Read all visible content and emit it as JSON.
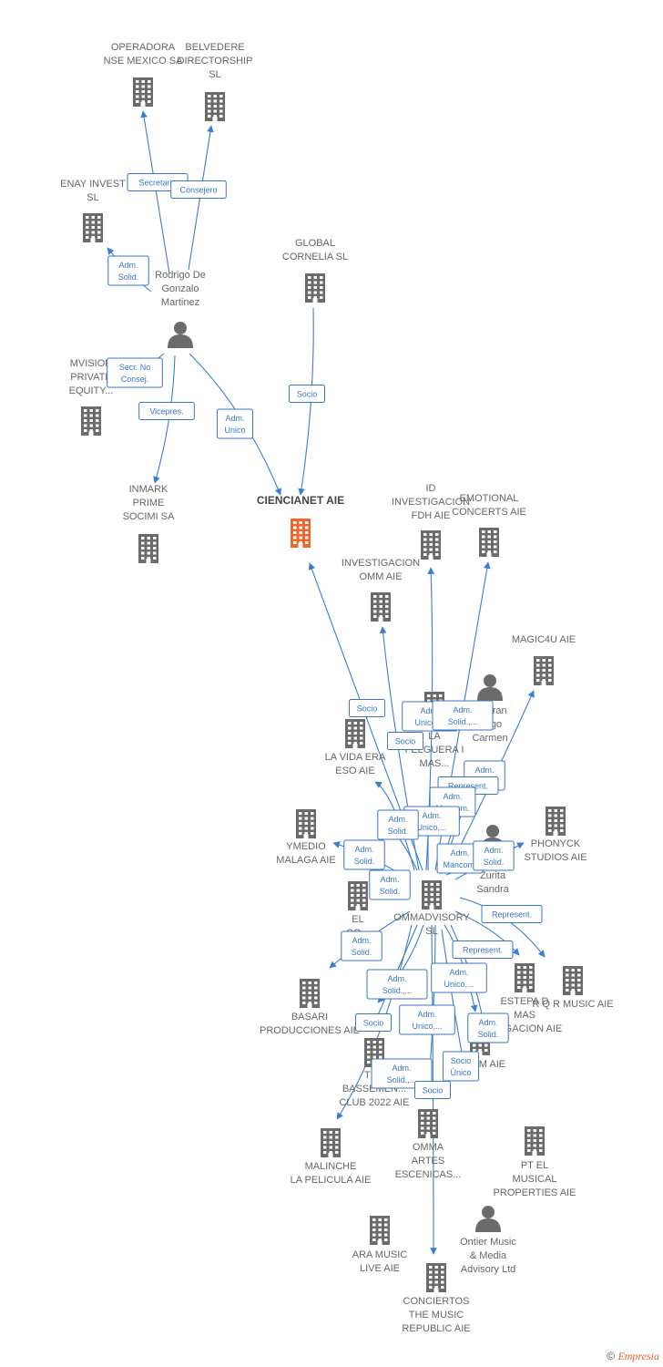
{
  "colors": {
    "company": "#6b6b6b",
    "main": "#f0642d",
    "person": "#6b6b6b",
    "edge": "#3a7fd0"
  },
  "nodes": [
    {
      "id": "operadora",
      "type": "company",
      "lines": [
        "OPERADORA",
        "NSE MEXICO SA"
      ]
    },
    {
      "id": "belvedere",
      "type": "company",
      "lines": [
        "BELVEDERE",
        "DIRECTORSHIP",
        "SL"
      ]
    },
    {
      "id": "enay",
      "type": "company",
      "lines": [
        "ENAY INVEST",
        "SL"
      ]
    },
    {
      "id": "rodrigo",
      "type": "person",
      "lines": [
        "Rodrigo De",
        "Gonzalo",
        "Martinez"
      ]
    },
    {
      "id": "global",
      "type": "company",
      "lines": [
        "GLOBAL",
        "CORNELIA  SL"
      ]
    },
    {
      "id": "mvision",
      "type": "company",
      "lines": [
        "MVISION",
        "PRIVATE",
        "EQUITY..."
      ]
    },
    {
      "id": "inmark",
      "type": "company",
      "lines": [
        "INMARK",
        "PRIME",
        "SOCIMI SA"
      ]
    },
    {
      "id": "ciencianet",
      "type": "main",
      "lines": [
        "CIENCIANET AIE"
      ]
    },
    {
      "id": "idinv",
      "type": "company",
      "lines": [
        "ID",
        "INVESTIGACION",
        "FDH  AIE"
      ]
    },
    {
      "id": "emotional",
      "type": "company",
      "lines": [
        "EMOTIONAL",
        "CONCERTS AIE"
      ]
    },
    {
      "id": "invomm",
      "type": "company",
      "lines": [
        "INVESTIGACION",
        "OMM AIE"
      ]
    },
    {
      "id": "magic4u",
      "type": "company",
      "lines": [
        "MAGIC4U AIE"
      ]
    },
    {
      "id": "carmen",
      "type": "person",
      "lines": [
        "Alcaran",
        "Nego",
        "Carmen"
      ]
    },
    {
      "id": "felguera",
      "type": "company",
      "lines": [
        "LA",
        "FELGUERA I",
        "MAS..."
      ]
    },
    {
      "id": "vidaera",
      "type": "company",
      "lines": [
        "LA VIDA ERA",
        "ESO AIE"
      ]
    },
    {
      "id": "phonyck",
      "type": "company",
      "lines": [
        "PHONYCK",
        "STUDIOS AIE"
      ]
    },
    {
      "id": "ymedio",
      "type": "company",
      "lines": [
        "YMEDIO",
        "MALAGA AIE"
      ]
    },
    {
      "id": "zurita",
      "type": "person",
      "lines": [
        "Zurita",
        "Sandra"
      ]
    },
    {
      "id": "el",
      "type": "company",
      "lines": [
        "EL",
        "CO...",
        "D..."
      ]
    },
    {
      "id": "ommadvisory",
      "type": "company",
      "lines": [
        "OMMADVISORY",
        "SL"
      ]
    },
    {
      "id": "estepa",
      "type": "company",
      "lines": [
        "ESTEPA D",
        "MAS",
        "...TIGACION AIE"
      ]
    },
    {
      "id": "rqr",
      "type": "company",
      "lines": [
        "R Q R MUSIC AIE"
      ]
    },
    {
      "id": "basari",
      "type": "company",
      "lines": [
        "BASARI",
        "PRODUCCIONES AIE"
      ]
    },
    {
      "id": "bassement",
      "type": "company",
      "lines": [
        "THE",
        "BASSEMEN...",
        "CLUB 2022 AIE"
      ]
    },
    {
      "id": "ommaie",
      "type": "company",
      "lines": [
        "...OMM AIE"
      ]
    },
    {
      "id": "malinche",
      "type": "company",
      "lines": [
        "MALINCHE",
        "LA PELICULA AIE"
      ]
    },
    {
      "id": "omma",
      "type": "company",
      "lines": [
        "OMMA",
        "ARTES",
        "ESCENICAS..."
      ]
    },
    {
      "id": "ptel",
      "type": "company",
      "lines": [
        "PT EL",
        "MUSICAL",
        "PROPERTIES AIE"
      ]
    },
    {
      "id": "ontier",
      "type": "person",
      "lines": [
        "Ontier Music",
        "& Media",
        "Advisory Ltd"
      ]
    },
    {
      "id": "aramusic",
      "type": "company",
      "lines": [
        "ARA MUSIC",
        "LIVE AIE"
      ]
    },
    {
      "id": "conciertos",
      "type": "company",
      "lines": [
        "CONCIERTOS",
        "THE MUSIC",
        "REPUBLIC AIE"
      ]
    }
  ],
  "edges": [
    {
      "label": [
        "Secretario"
      ]
    },
    {
      "label": [
        "Consejero"
      ]
    },
    {
      "label": [
        "Adm.",
        "Solid."
      ]
    },
    {
      "label": [
        "Secr.  No",
        "Consej."
      ]
    },
    {
      "label": [
        "Vicepres."
      ]
    },
    {
      "label": [
        "Adm.",
        "Unico"
      ]
    },
    {
      "label": [
        "Socio"
      ]
    },
    {
      "label": [
        "Socio"
      ]
    },
    {
      "label": [
        "Adm.",
        "Unico,..."
      ]
    },
    {
      "label": [
        "Adm.",
        "Solid.,..."
      ]
    },
    {
      "label": [
        "Socio"
      ]
    },
    {
      "label": [
        "Adm.",
        "Solid."
      ]
    },
    {
      "label": [
        "Represent."
      ]
    },
    {
      "label": [
        "Adm.",
        "Mancom."
      ]
    },
    {
      "label": [
        "Adm.",
        "Unico"
      ]
    },
    {
      "label": [
        "Adm.",
        "Unico,..."
      ]
    },
    {
      "label": [
        "Adm.",
        "Solid."
      ]
    },
    {
      "label": [
        "Adm.",
        "Solid."
      ]
    },
    {
      "label": [
        "Adm.",
        "Mancom."
      ]
    },
    {
      "label": [
        "Adm.",
        "Solid."
      ]
    },
    {
      "label": [
        "Represent."
      ]
    },
    {
      "label": [
        "Adm.",
        "Solid."
      ]
    },
    {
      "label": [
        "Adm.",
        "Solid."
      ]
    },
    {
      "label": [
        "Represent."
      ]
    },
    {
      "label": [
        "Adm.",
        "Solid.,..."
      ]
    },
    {
      "label": [
        "Adm.",
        "Unico,..."
      ]
    },
    {
      "label": [
        "Adm.",
        "Unico,..."
      ]
    },
    {
      "label": [
        "Socio"
      ]
    },
    {
      "label": [
        "Adm.",
        "Solid."
      ]
    },
    {
      "label": [
        "Socio",
        "Único"
      ]
    },
    {
      "label": [
        "Adm.",
        "Solid.,..."
      ]
    },
    {
      "label": [
        "Socio"
      ]
    }
  ],
  "footer": {
    "copyright": "©",
    "brand": "Empresia"
  }
}
